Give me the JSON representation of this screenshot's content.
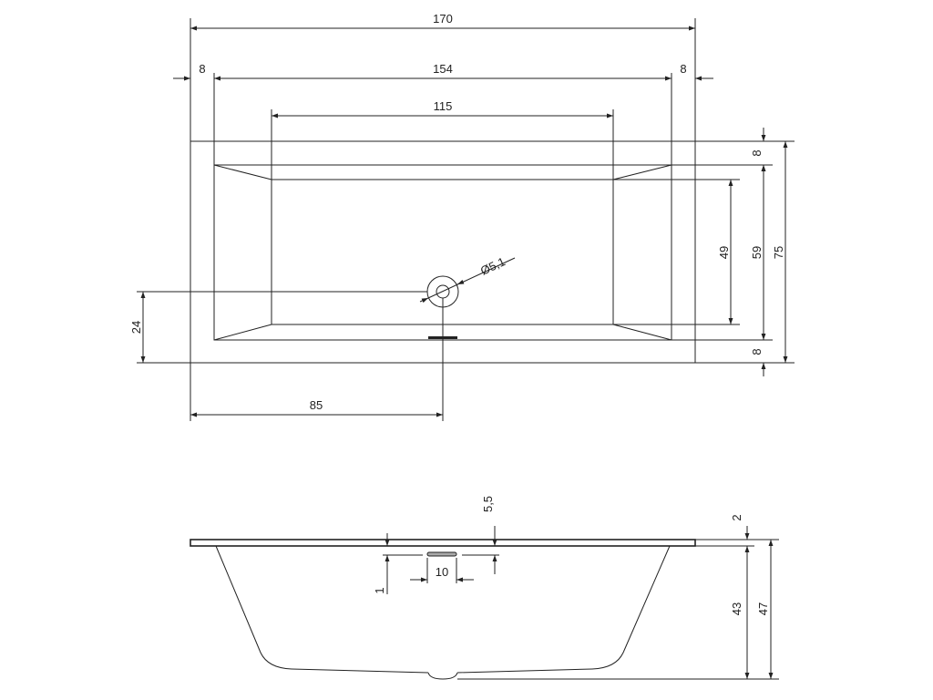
{
  "top_view": {
    "overall_length": "170",
    "inner_length": "154",
    "rim_left": "8",
    "rim_right": "8",
    "floor_length": "115",
    "rim_top": "8",
    "inner_width": "59",
    "overall_width": "75",
    "floor_width": "49",
    "rim_bottom": "8",
    "drain_offset_y": "24",
    "drain_offset_x": "85",
    "drain_diameter": "Ø5,1"
  },
  "side_view": {
    "overflow_depth": "5,5",
    "overflow_width": "10",
    "overflow_gap": "1",
    "rim_thickness": "2",
    "inner_depth": "43",
    "overall_height": "47"
  },
  "colors": {
    "line": "#222222",
    "background": "#ffffff"
  }
}
